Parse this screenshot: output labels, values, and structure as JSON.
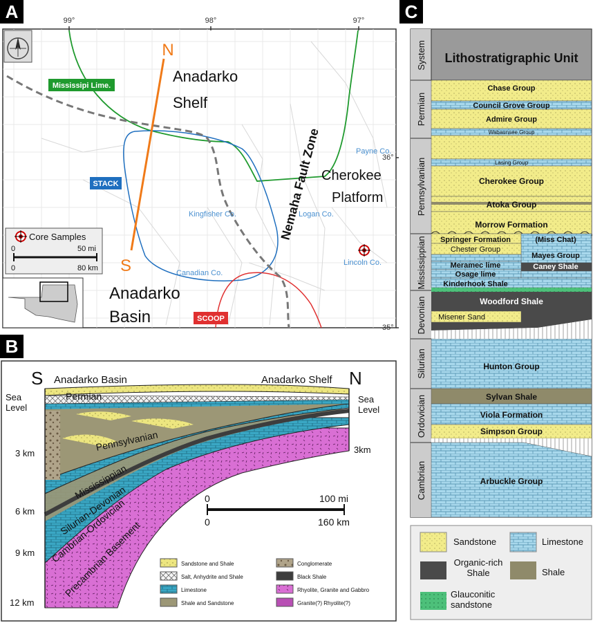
{
  "panelA": {
    "label": "A",
    "longitudes": [
      "99°",
      "98°",
      "97°"
    ],
    "latitudes": [
      "36°",
      "35°"
    ],
    "regions": {
      "anadarko_shelf": [
        "Anadarko",
        "Shelf"
      ],
      "cherokee_platform": [
        "Cherokee",
        "Platform"
      ],
      "anadarko_basin": [
        "Anadarko",
        "Basin"
      ],
      "nemaha": "Nemaha Fault Zone"
    },
    "plays": {
      "mississippi_lime": "Mississipi Lime.",
      "stack": "STACK",
      "scoop": "SCOOP"
    },
    "counties": {
      "payne": "Payne Co.",
      "kingfisher": "Kingfisher Co.",
      "logan": "Logan Co.",
      "lincoln": "Lincoln Co.",
      "canadian": "Canadian Co."
    },
    "transect": {
      "north": "N",
      "south": "S"
    },
    "legend": {
      "core_samples": "Core Samples",
      "zero_mi": "0",
      "fifty_mi": "50 mi",
      "zero_km": "0",
      "eighty_km": "80 km"
    },
    "colors": {
      "mississippi_lime": "#1f9a2e",
      "stack": "#1f6fbf",
      "scoop": "#e03030",
      "transect": "#f07a18",
      "county_text": "#4a90d0"
    }
  },
  "panelB": {
    "label": "B",
    "ends": {
      "south": "S",
      "north": "N"
    },
    "titles": {
      "basin": "Anadarko Basin",
      "shelf": "Anadarko Shelf"
    },
    "left_depths": [
      "Sea",
      "Level",
      "3 km",
      "6 km",
      "9 km",
      "12 km"
    ],
    "right_depths": [
      "Sea",
      "Level",
      "3km"
    ],
    "units": [
      "Permian",
      "Pennsylvanian",
      "Mississippian",
      "Silurian-Devonian",
      "Cambrian-Ordovician",
      "Precambrian Basement"
    ],
    "scale": {
      "zero_top": "0",
      "mi": "100 mi",
      "zero_bottom": "0",
      "km": "160 km"
    },
    "legend": [
      {
        "label": "Sandstone and Shale",
        "color": "#ede680"
      },
      {
        "label": "Conglomerate",
        "color": "#8a7a62"
      },
      {
        "label": "Salt, Anhydrite and Shale",
        "color": "#f4f4f4"
      },
      {
        "label": "Black Shale",
        "color": "#3d3d3d"
      },
      {
        "label": "Limestone",
        "color": "#3aa7c4"
      },
      {
        "label": "Rhyolite, Granite and Gabbro",
        "color": "#d96fd4"
      },
      {
        "label": "Shale and Sandstone",
        "color": "#9c9776"
      },
      {
        "label": "Granite(?) Rhyolite(?)",
        "color": "#b84fb4"
      }
    ]
  },
  "panelC": {
    "label": "C",
    "header": {
      "system": "System",
      "unit": "Lithostratigraphic Unit"
    },
    "systems": [
      "Permian",
      "Pennsylvanian",
      "Mississippian",
      "Devonian",
      "Silurian",
      "Ordovician",
      "Cambrian"
    ],
    "units": {
      "chase": "Chase Group",
      "council_grove": "Council Grove Group",
      "admire": "Admire Group",
      "wabaunsee": "Wabaunsee Group",
      "lasing": "Lasing Group",
      "cherokee": "Cherokee Group",
      "atoka": "Atoka Group",
      "morrow": "Morrow Formation",
      "springer": "Springer Formation",
      "miss_chat": "(Miss Chat)",
      "chester": "Chester Group",
      "mayes": "Mayes Group",
      "meramec": "Meramec lime",
      "caney": "Caney Shale",
      "osage": "Osage lime",
      "kinderhook": "Kinderhook Shale",
      "woodford": "Woodford Shale",
      "misener": "Misener Sand",
      "hunton": "Hunton Group",
      "sylvan": "Sylvan Shale",
      "viola": "Viola Formation",
      "simpson": "Simpson Group",
      "arbuckle": "Arbuckle Group"
    },
    "legend": [
      {
        "label": "Sandstone",
        "color": "#f2ec8a"
      },
      {
        "label": "Limestone",
        "color": "#a8d8ec"
      },
      {
        "label": "Organic-rich Shale",
        "color": "#4a4a4a"
      },
      {
        "label": "Shale",
        "color": "#8f8a6a"
      },
      {
        "label": "Glauconitic sandstone",
        "color": "#4dc07a"
      }
    ]
  }
}
